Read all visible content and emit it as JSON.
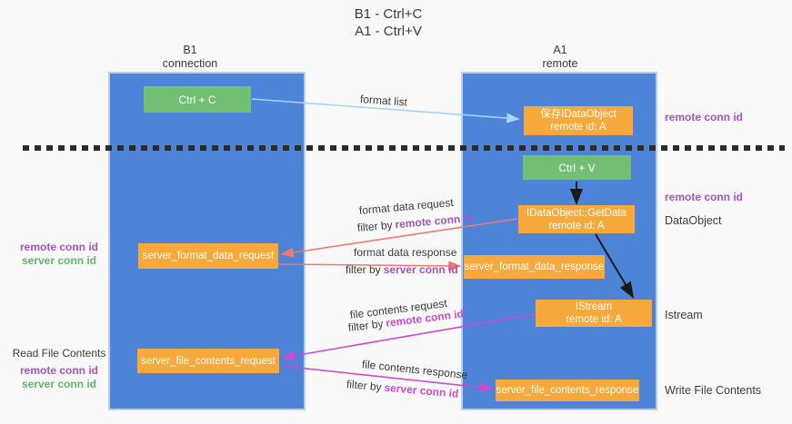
{
  "title": {
    "line1": "B1 - Ctrl+C",
    "line2": "A1 - Ctrl+V"
  },
  "lanes": {
    "left": {
      "title": "B1",
      "subtitle": "connection"
    },
    "right": {
      "title": "A1",
      "subtitle": "remote"
    }
  },
  "nodes": {
    "ctrl_c": {
      "label": "Ctrl + C"
    },
    "save_idataobject": {
      "line1": "保存IDataObject",
      "line2": "remote id: A"
    },
    "ctrl_v": {
      "label": "Ctrl + V"
    },
    "idataobject_getdata": {
      "line1": "IDataObject::GetData",
      "line2": "remote id: A"
    },
    "server_format_data_request": {
      "label": "server_format_data_request"
    },
    "server_format_data_response": {
      "label": "server_format_data_response"
    },
    "istream": {
      "line1": "IStream",
      "line2": "remote id: A"
    },
    "server_file_contents_request": {
      "label": "server_file_contents_request"
    },
    "server_file_contents_response": {
      "label": "server_file_contents_response"
    }
  },
  "annotations": {
    "format_list": "format list",
    "format_data_request": "format data request",
    "format_data_request_filter": {
      "prefix": "filter by",
      "highlight": "remote conn id"
    },
    "format_data_response": "format data response",
    "format_data_response_filter": {
      "prefix": "filter by",
      "highlight": "server conn id"
    },
    "file_contents_request": "file contents request",
    "file_contents_request_filter": {
      "prefix": "filter by",
      "highlight": "remote conn id"
    },
    "file_contents_response": "file contents response",
    "file_contents_response_filter": {
      "prefix": "filter by",
      "highlight": "server conn id"
    }
  },
  "side_labels": {
    "right_top_remote_conn_id": "remote conn id",
    "right_mid_remote_conn_id": "remote conn id",
    "right_dataobject": "DataObject",
    "right_istream": "Istream",
    "right_write_file_contents": "Write File Contents",
    "left_remote_conn_id": "remote conn id",
    "left_server_conn_id": "server conn id",
    "left_read_file_contents": "Read File Contents",
    "left_remote_conn_id_2": "remote conn id",
    "left_server_conn_id_2": "server conn id"
  },
  "colors": {
    "lane_blue": "#4d84d8",
    "node_green": "#72bf73",
    "node_orange": "#f7a93c",
    "purple_label": "#a653c1",
    "green_label": "#5fba63",
    "salmon_arrow": "#ea7a72",
    "magenta_arrow": "#cb4bd1",
    "lightblue_arrow": "#a9d3f2",
    "black_arrow": "#1a1a1a",
    "background": "#f9f9f9"
  }
}
